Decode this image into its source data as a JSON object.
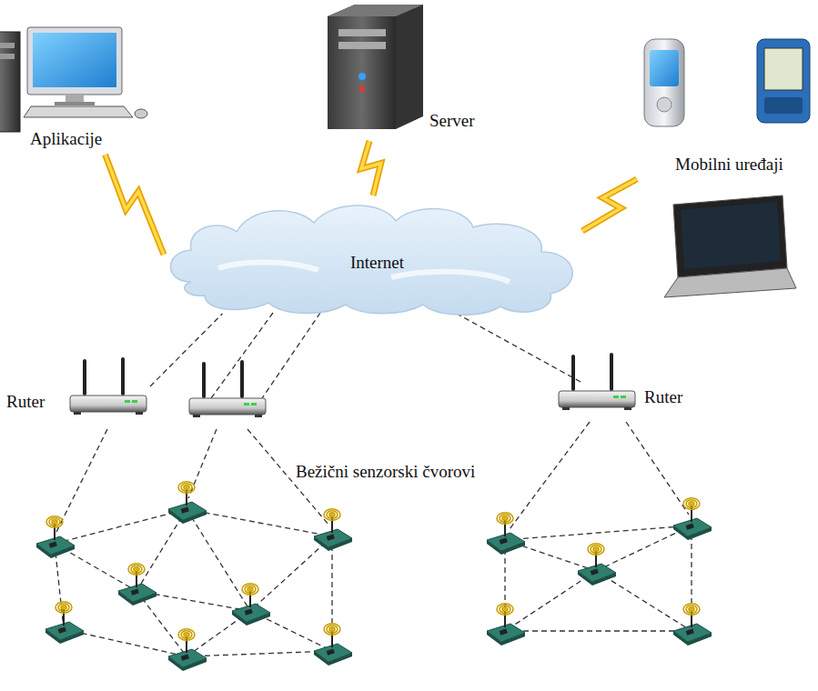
{
  "diagram": {
    "nodes": [
      {
        "text": [
          "Aplikacije"
        ]
      },
      {
        "text": [
          "Server"
        ]
      },
      {
        "text": [
          "Mobilni uređaji"
        ]
      },
      {
        "text": [
          "Internet"
        ]
      },
      {
        "text": [
          "Ruter"
        ]
      },
      {
        "text": [
          "Ruter"
        ]
      }
    ],
    "edges": [
      {
        "from": 0,
        "to": 3,
        "arrow": "none"
      },
      {
        "from": 1,
        "to": 3,
        "arrow": "none"
      },
      {
        "from": 2,
        "to": 3,
        "arrow": "none"
      },
      {
        "from": 4,
        "to": 3,
        "arrow": "none"
      },
      {
        "from": 5,
        "to": 3,
        "arrow": "none"
      }
    ],
    "labels": [
      "Bežični senzorski čvorovi"
    ]
  }
}
